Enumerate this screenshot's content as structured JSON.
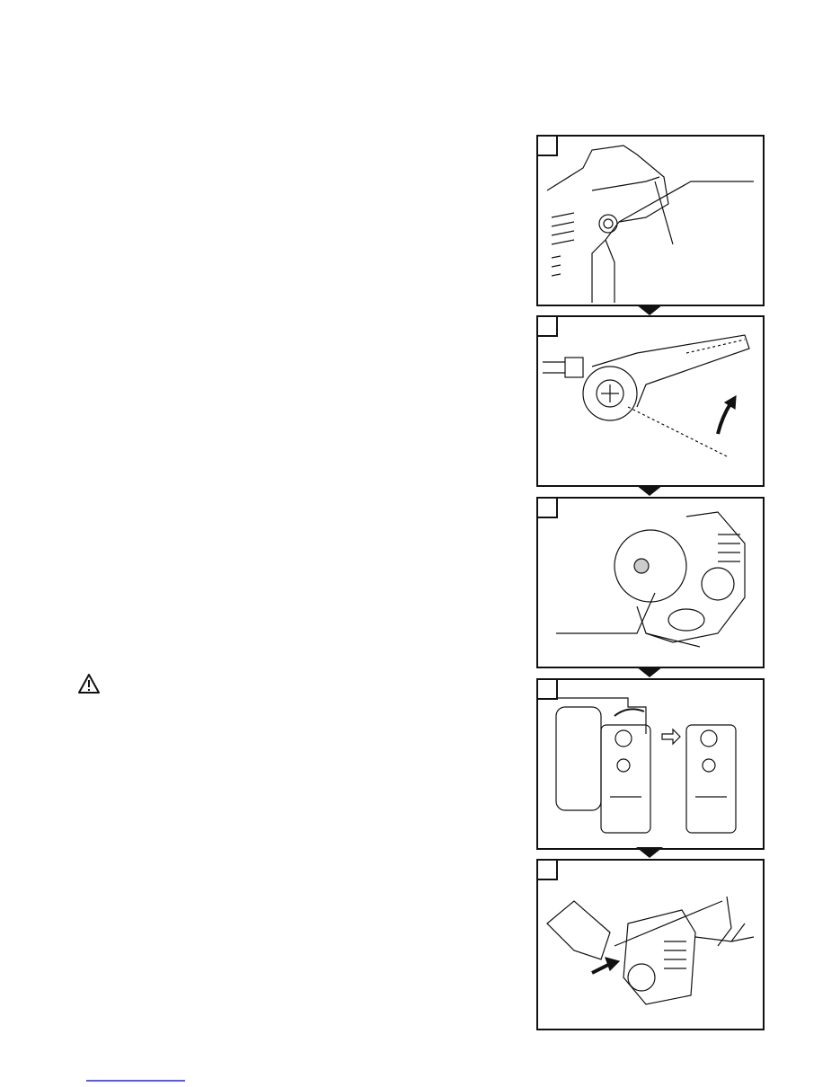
{
  "colors": {
    "ink": "#111111",
    "link_underline": "#5a5ae6"
  },
  "warning": {
    "icon": "warning-triangle-icon"
  },
  "panels": [
    {
      "step_label": "",
      "illustration": "engine-housing-with-plug"
    },
    {
      "step_label": "",
      "illustration": "wrench-on-cap"
    },
    {
      "step_label": "",
      "illustration": "engine-assembly"
    },
    {
      "step_label": "",
      "illustration": "carburetor-choke-lever"
    },
    {
      "step_label": "",
      "illustration": "hands-priming-engine"
    }
  ],
  "step_arrow_icon": "down-arrow-icon"
}
